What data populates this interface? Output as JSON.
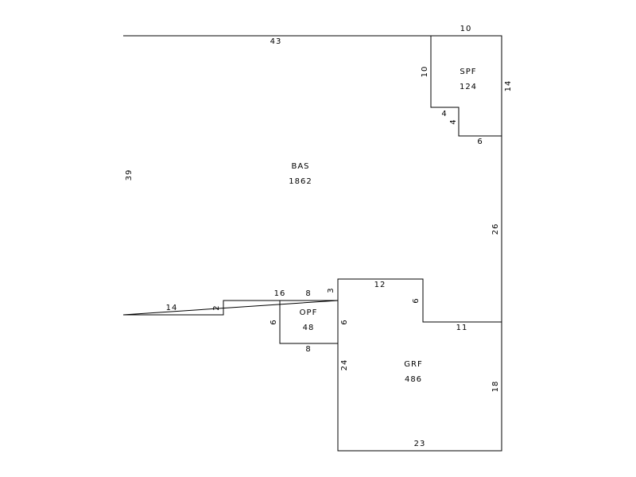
{
  "colors": {
    "line": "#000000",
    "background": "#ffffff"
  },
  "areas": {
    "bas": {
      "code": "BAS",
      "area": "1862"
    },
    "spf": {
      "code": "SPF",
      "area": "124"
    },
    "opf": {
      "code": "OPF",
      "area": "48"
    },
    "grf": {
      "code": "GRF",
      "area": "486"
    }
  },
  "dimensions": {
    "bas_top": "43",
    "bas_left": "39",
    "bas_bottom": "14",
    "bas_step": "2",
    "bas_bottom_mid": "16",
    "bas_right": "26",
    "spf_top": "10",
    "spf_left": "10",
    "spf_right": "14",
    "spf_notch_h": "4",
    "spf_notch_v": "4",
    "spf_bottom": "6",
    "opf_top": "8",
    "opf_left": "6",
    "opf_right": "6",
    "opf_bottom": "8",
    "grf_top": "12",
    "grf_step": "3",
    "grf_notch_v": "6",
    "grf_notch_h": "11",
    "grf_left": "24",
    "grf_right": "18",
    "grf_bottom": "23"
  }
}
